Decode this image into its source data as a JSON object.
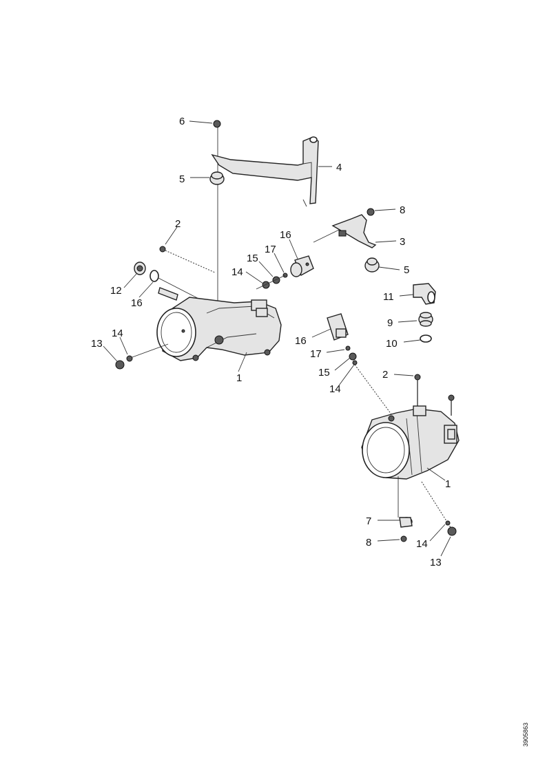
{
  "labels": {
    "top_left": {
      "l6": "6",
      "l5": "5",
      "l4": "4",
      "l2": "2",
      "l16a": "16",
      "l17": "17",
      "l15": "15",
      "l14a": "14",
      "l12": "12",
      "l16b": "16",
      "l13": "13",
      "l14b": "14",
      "l1": "1"
    },
    "right": {
      "l8a": "8",
      "l3": "3",
      "l5": "5",
      "l11": "11",
      "l9": "9",
      "l10": "10",
      "l16": "16",
      "l17": "17",
      "l15": "15",
      "l14a": "14",
      "l2": "2",
      "l1": "1",
      "l7": "7",
      "l8b": "8",
      "l14b": "14",
      "l13": "13"
    }
  },
  "doc_id": "3905863"
}
